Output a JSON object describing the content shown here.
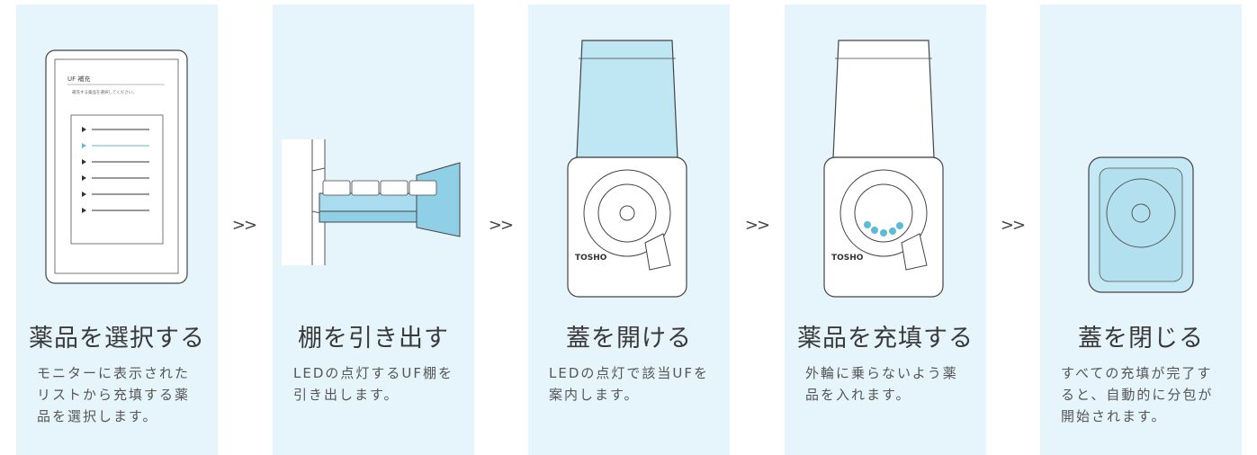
{
  "steps": [
    {
      "title": "薬品を選択する",
      "desc": "モニターに表示されたリストから充填する薬品を選択します。"
    },
    {
      "title": "棚を引き出す",
      "desc": "LEDの点灯するUF棚を引き出します。"
    },
    {
      "title": "蓋を開ける",
      "desc": "LEDの点灯で該当UFを案内します。"
    },
    {
      "title": "薬品を充填する",
      "desc": "外輪に乗らないよう薬品を入れます。"
    },
    {
      "title": "蓋を閉じる",
      "desc": "すべての充填が完了すると、自動的に分包が開始されます。"
    }
  ],
  "arrow_label": ">>",
  "screen": {
    "title": "UF 補充",
    "subtitle": "補充する薬品を選択してください。"
  },
  "device_logo": "TOSHO",
  "colors": {
    "panel_bg": "#e6f5fc",
    "accent": "#7fcde4",
    "line": "#444444"
  }
}
